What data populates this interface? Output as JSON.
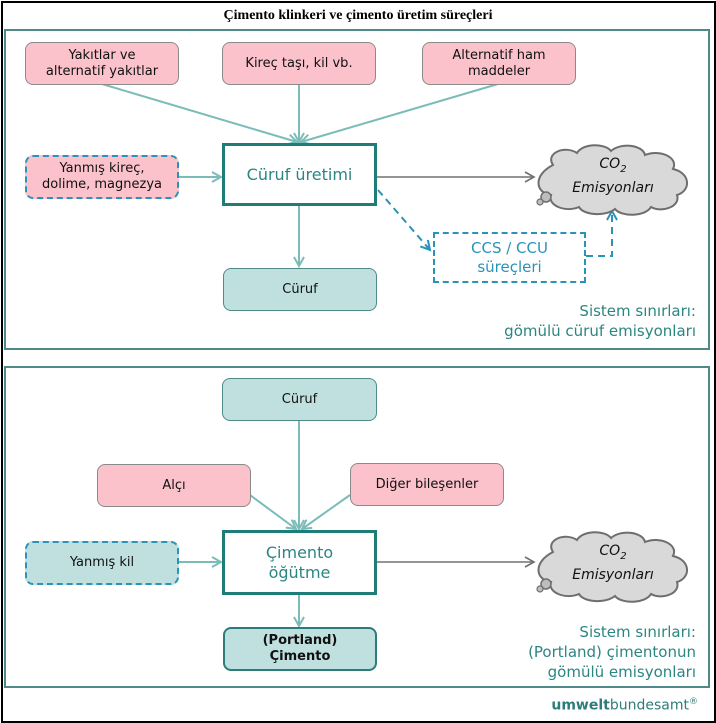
{
  "title": "Çimento klinkeri ve çimento üretim süreçleri",
  "panel1": {
    "inputs": {
      "fuels": "Yakıtlar ve alternatif yakıtlar",
      "limestone": "Kireç taşı, kil vb.",
      "alt_raw": "Alternatif ham maddeler",
      "burnt_lime": "Yanmış kireç, dolime, magnezya"
    },
    "process": "Cüruf üretimi",
    "output": "Cüruf",
    "ccs": "CCS / CCU süreçleri",
    "emissions": {
      "co": "CO",
      "sub": "2",
      "label": "Emisyonları"
    },
    "boundary_line1": "Sistem sınırları:",
    "boundary_line2": "gömülü cüruf emisyonları"
  },
  "panel2": {
    "inputs": {
      "clinker": "Cüruf",
      "gypsum": "Alçı",
      "other": "Diğer bileşenler",
      "burnt_clay": "Yanmış kil"
    },
    "process_line1": "Çimento",
    "process_line2": "öğütme",
    "output_line1": "(Portland)",
    "output_line2": "Çimento",
    "emissions": {
      "co": "CO",
      "sub": "2",
      "label": "Emisyonları"
    },
    "boundary_line1": "Sistem sınırları:",
    "boundary_line2": "(Portland) çimentonun",
    "boundary_line3": "gömülü emisyonları"
  },
  "logo": {
    "bold": "umwelt",
    "regular": "bundesamt",
    "mark": "®"
  },
  "colors": {
    "teal": "#1f7d78",
    "pink": "#fbc2cc",
    "light_teal": "#bfe0df",
    "dash_blue": "#2a93b8",
    "cloud": "#d9d9d9"
  }
}
